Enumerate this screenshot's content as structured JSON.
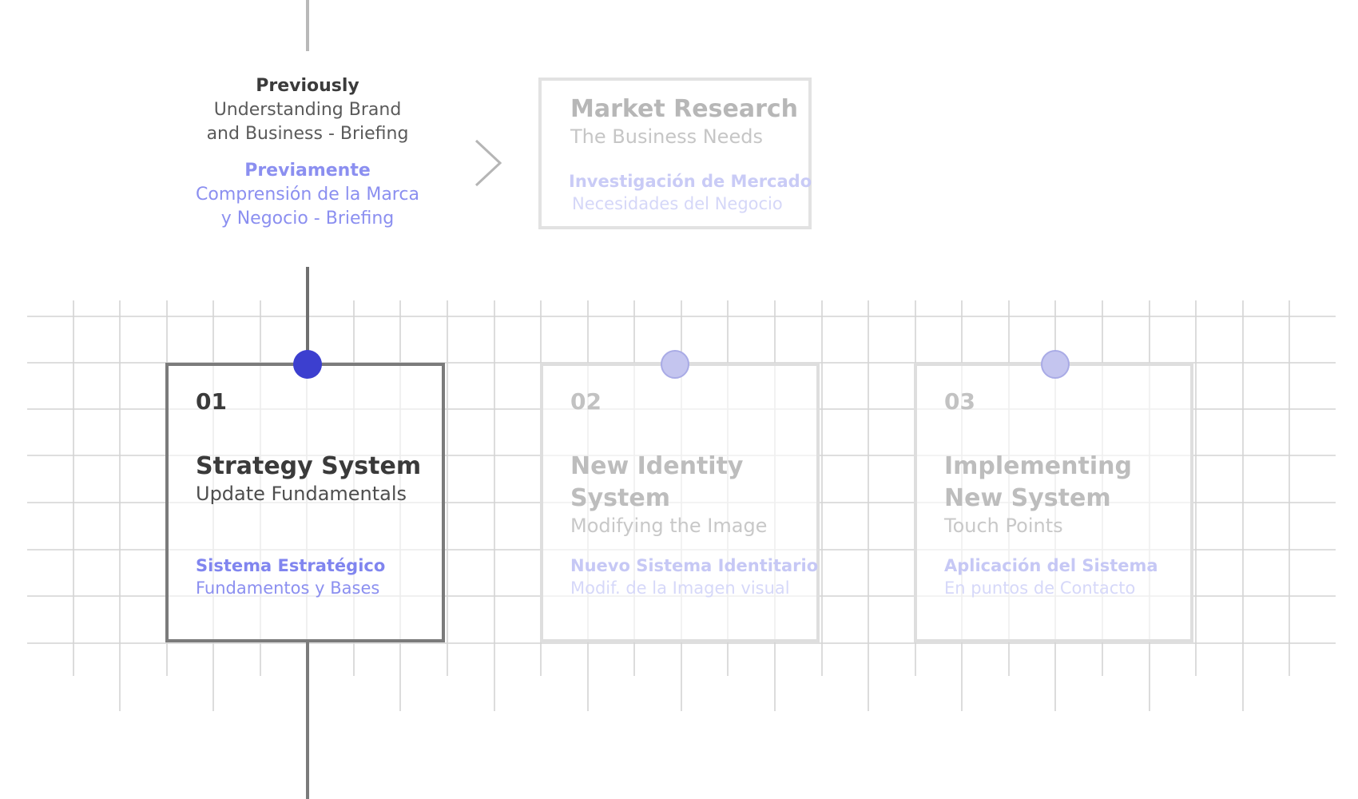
{
  "intro": {
    "en_heading": "Previously",
    "en_line1": "Understanding Brand",
    "en_line2": "and Business - Briefing",
    "es_heading": "Previamente",
    "es_line1": "Comprensión de la Marca",
    "es_line2": "y  Negocio - Briefing"
  },
  "research": {
    "title": "Market Research",
    "subtitle": "The Business Needs",
    "es_title": "Investigación de Mercado",
    "es_subtitle": "Necesidades del Negocio"
  },
  "steps": [
    {
      "number": "01",
      "title": "Strategy System",
      "subtitle": "Update Fundamentals",
      "es_title": "Sistema Estratégico",
      "es_subtitle": "Fundamentos y Bases",
      "active": true
    },
    {
      "number": "02",
      "title": "New Identity System",
      "subtitle": "Modifying the Image",
      "es_title": "Nuevo Sistema Identitario",
      "es_subtitle": "Modif. de la Imagen visual",
      "active": false
    },
    {
      "number": "03",
      "title": "Implementing New System",
      "subtitle": "Touch Points",
      "es_title": "Aplicación del Sistema",
      "es_subtitle": "En puntos de Contacto",
      "active": false
    }
  ],
  "colors": {
    "active_accent": "#3c3fcf",
    "inactive_accent": "#c4c5ef",
    "spanish_text": "#8b8ff0",
    "grid": "#d4d4d4",
    "timeline": "#7b7b7b"
  }
}
